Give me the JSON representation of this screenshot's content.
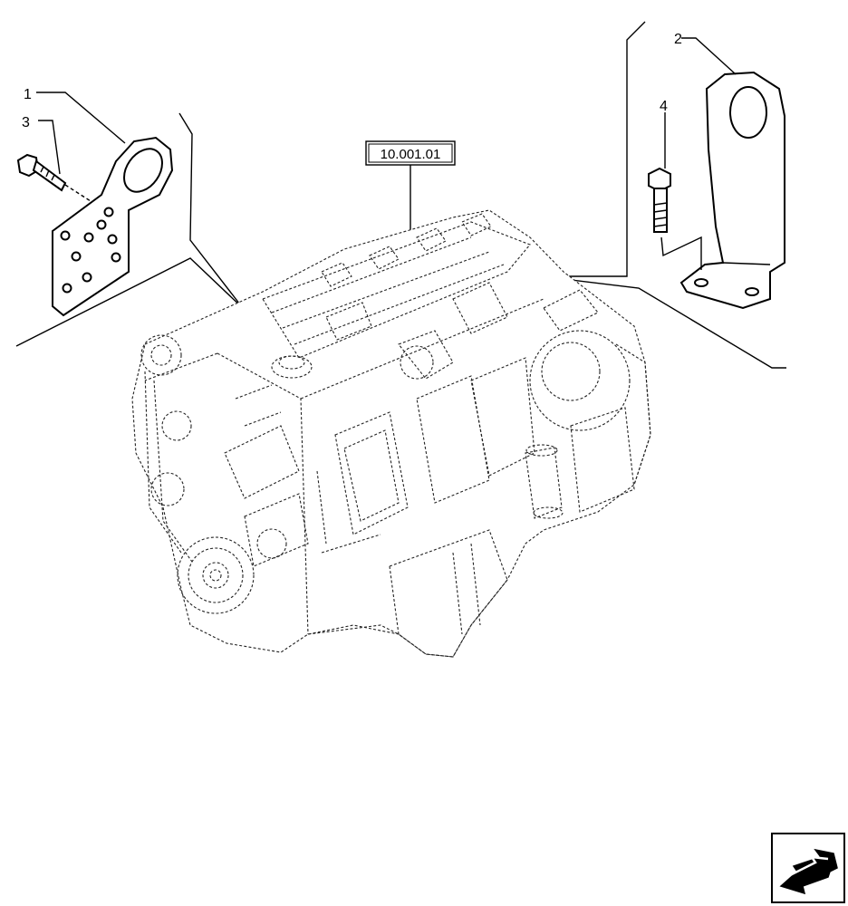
{
  "diagram": {
    "reference_box_label": "10.001.01",
    "callouts": [
      {
        "id": "1",
        "label": "1"
      },
      {
        "id": "2",
        "label": "2"
      },
      {
        "id": "3",
        "label": "3"
      },
      {
        "id": "4",
        "label": "4"
      }
    ]
  },
  "nav": {
    "icon": "corner-arrow-icon"
  }
}
